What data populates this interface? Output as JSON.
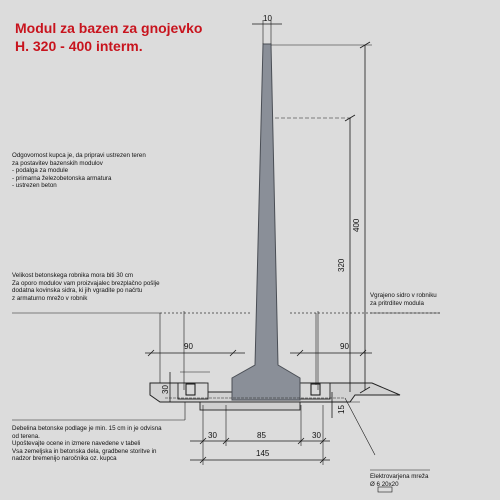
{
  "title": {
    "line1": "Modul za bazen za gnojevko",
    "line2": "H. 320 - 400  interm."
  },
  "notes": {
    "responsibility": [
      "Odgovornost kupca je, da pripravi ustrezen teren",
      "za postavitev bazenskih modulov",
      "- podalga za module",
      "- primarna železobetonska armatura",
      "- ustrezen beton"
    ],
    "edge": [
      "Velikost betonskega robnika mora biti 30 cm",
      "Za oporo modulov vam proizvajalec brezplačno pošlje",
      "dodatna kovinska sidra, ki jih vgradite po načrtu",
      "z armaturno mrežo v robnik"
    ],
    "anchor": [
      "Vgrajeno sidro v robniku",
      "za pritrditev modula"
    ],
    "base": [
      "Debelina betonske podlage je min. 15 cm in je odvisna",
      "od terena.",
      "Upoštevajte  ocene in izmere navedene v tabeli",
      "Vsa zemeljska in betonska dela, gradbene storitve in",
      "nadzor bremenijo naročnika oz. kupca"
    ],
    "mesh": [
      "Elektrovarjena mreža",
      "Ø 6 20x20"
    ]
  },
  "dimensions": {
    "top_width": "10",
    "height_total": "400",
    "height_partial": "320",
    "left_span": "90",
    "right_span": "90",
    "edge_left": "30",
    "base_thickness": "15",
    "bottom_left": "30",
    "bottom_mid": "85",
    "bottom_right": "30",
    "bottom_total": "145"
  },
  "colors": {
    "wall_fill": "#8a8f98",
    "wall_stroke": "#4a4e55",
    "dim_line": "#1a1a1a",
    "title": "#c8141e"
  }
}
